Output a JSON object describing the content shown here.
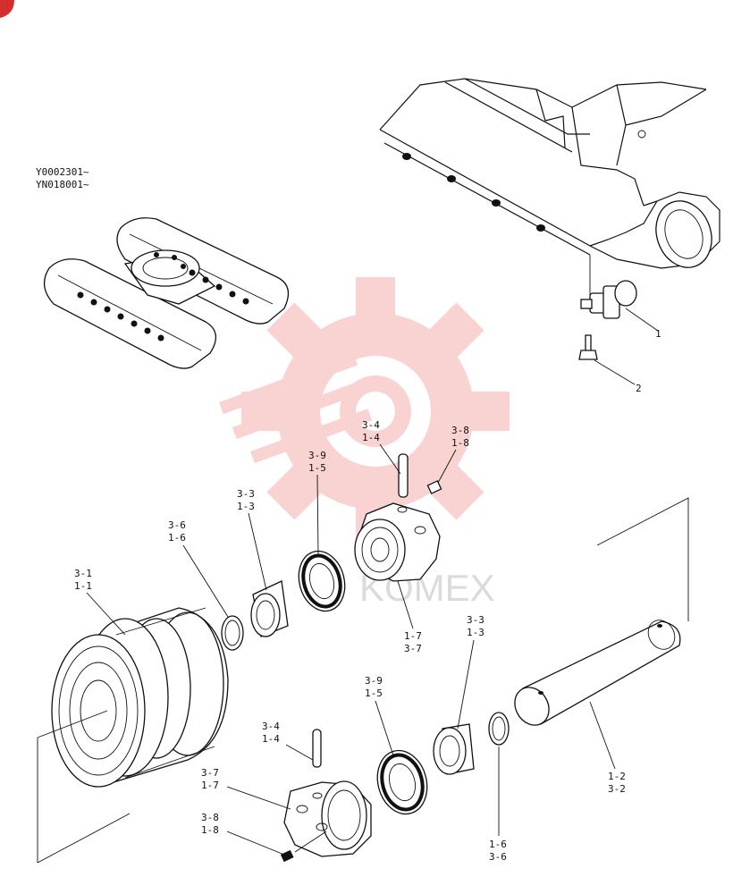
{
  "serials": [
    "Y0002301~",
    "YN018001~"
  ],
  "watermark": {
    "text": "KOMEX",
    "color": "#e53935"
  },
  "corner_mark_color": "#d32f2f",
  "callouts": {
    "c1": "1",
    "c2": "2",
    "c3_4_top": [
      "3-4",
      "1-4"
    ],
    "c3_8_top": [
      "3-8",
      "1-8"
    ],
    "c3_9_top": [
      "3-9",
      "1-5"
    ],
    "c3_3_top": [
      "3-3",
      "1-3"
    ],
    "c3_6_top": [
      "3-6",
      "1-6"
    ],
    "c3_1": [
      "3-1",
      "1-1"
    ],
    "c1_7": [
      "1-7",
      "3-7"
    ],
    "c3_3_bot": [
      "3-3",
      "1-3"
    ],
    "c3_9_bot": [
      "3-9",
      "1-5"
    ],
    "c3_4_bot": [
      "3-4",
      "1-4"
    ],
    "c3_7_bot": [
      "3-7",
      "1-7"
    ],
    "c3_8_bot": [
      "3-8",
      "1-8"
    ],
    "c1_6_bot": [
      "1-6",
      "3-6"
    ],
    "c1_2": [
      "1-2",
      "3-2"
    ]
  }
}
